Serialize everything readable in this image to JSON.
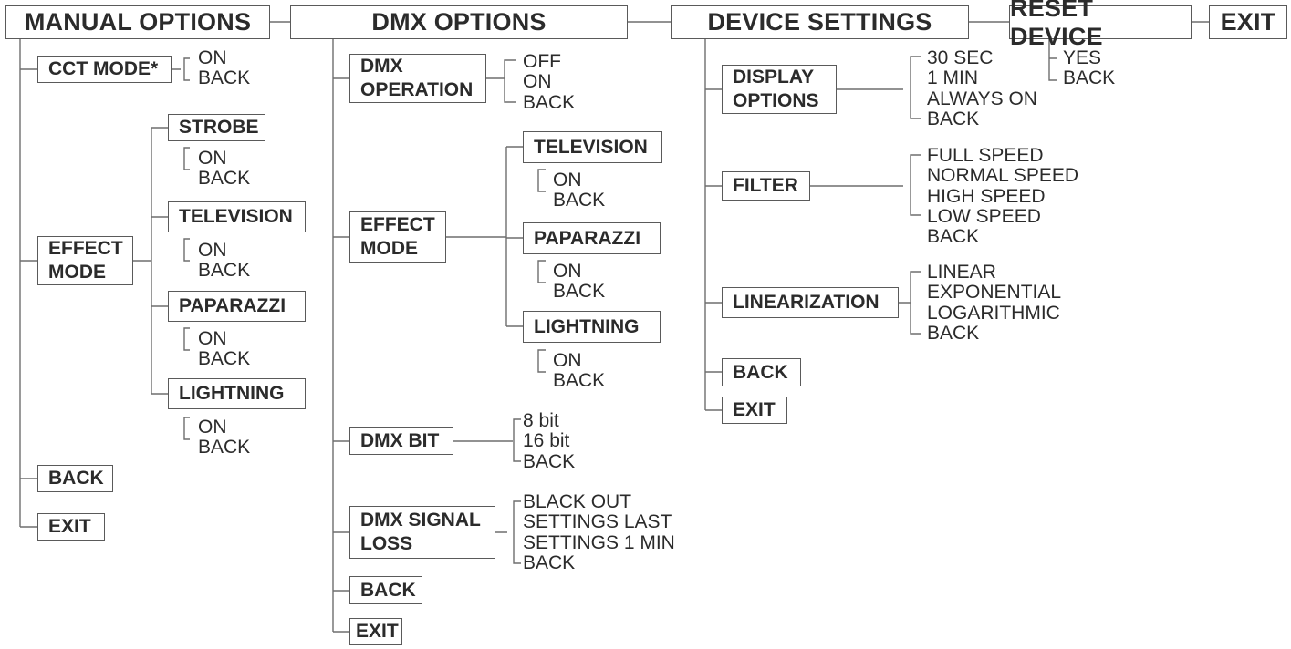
{
  "menus": {
    "manual": {
      "title": "MANUAL OPTIONS",
      "cct_mode": {
        "label": "CCT MODE*",
        "options": [
          "ON",
          "BACK"
        ]
      },
      "effect_mode": {
        "label_line1": "EFFECT",
        "label_line2": "MODE",
        "strobe": {
          "label": "STROBE",
          "options": [
            "ON",
            "BACK"
          ]
        },
        "television": {
          "label": "TELEVISION",
          "options": [
            "ON",
            "BACK"
          ]
        },
        "paparazzi": {
          "label": "PAPARAZZI",
          "options": [
            "ON",
            "BACK"
          ]
        },
        "lightning": {
          "label": "LIGHTNING",
          "options": [
            "ON",
            "BACK"
          ]
        }
      },
      "back": "BACK",
      "exit": "EXIT"
    },
    "dmx": {
      "title": "DMX OPTIONS",
      "operation": {
        "label_line1": "DMX",
        "label_line2": "OPERATION",
        "options": [
          "OFF",
          "ON",
          "BACK"
        ]
      },
      "effect_mode": {
        "label_line1": "EFFECT",
        "label_line2": "MODE",
        "television": {
          "label": "TELEVISION",
          "options": [
            "ON",
            "BACK"
          ]
        },
        "paparazzi": {
          "label": "PAPARAZZI",
          "options": [
            "ON",
            "BACK"
          ]
        },
        "lightning": {
          "label": "LIGHTNING",
          "options": [
            "ON",
            "BACK"
          ]
        }
      },
      "bit": {
        "label": "DMX BIT",
        "options": [
          "8 bit",
          "16 bit",
          "BACK"
        ]
      },
      "signal_loss": {
        "label_line1": "DMX SIGNAL",
        "label_line2": "LOSS",
        "options": [
          "BLACK OUT",
          "SETTINGS LAST",
          "SETTINGS 1 MIN",
          "BACK"
        ]
      },
      "back": "BACK",
      "exit": "EXIT"
    },
    "device": {
      "title": "DEVICE SETTINGS",
      "display": {
        "label_line1": "DISPLAY",
        "label_line2": "OPTIONS",
        "options": [
          "30 SEC",
          "1 MIN",
          "ALWAYS ON",
          "BACK"
        ]
      },
      "filter": {
        "label": "FILTER",
        "options": [
          "FULL SPEED",
          "NORMAL SPEED",
          "HIGH SPEED",
          "LOW SPEED",
          "BACK"
        ]
      },
      "linearization": {
        "label": "LINEARIZATION",
        "options": [
          "LINEAR",
          "EXPONENTIAL",
          "LOGARITHMIC",
          "BACK"
        ]
      },
      "back": "BACK",
      "exit": "EXIT"
    },
    "reset": {
      "title": "RESET DEVICE",
      "options": [
        "YES",
        "BACK"
      ]
    },
    "exit": {
      "title": "EXIT"
    }
  }
}
